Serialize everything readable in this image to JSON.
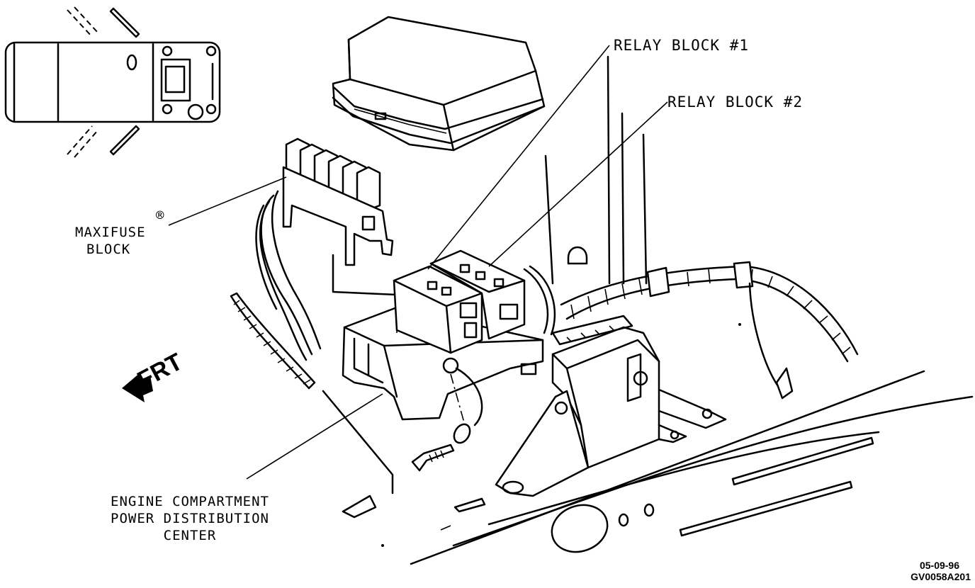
{
  "diagram": {
    "labels": {
      "relay_block_1": "RELAY BLOCK #1",
      "relay_block_2": "RELAY BLOCK #2",
      "maxifuse_line1": "MAXIFUSE",
      "maxifuse_mark": "®",
      "maxifuse_line2": "BLOCK",
      "pdc_line1": "ENGINE COMPARTMENT",
      "pdc_line2": "POWER DISTRIBUTION",
      "pdc_line3": "CENTER",
      "front": "FRT"
    },
    "stamp": {
      "date": "05-09-96",
      "code": "GV0058A201"
    },
    "icons": [
      "vehicle-top-view-icon",
      "front-arrow-icon"
    ]
  }
}
